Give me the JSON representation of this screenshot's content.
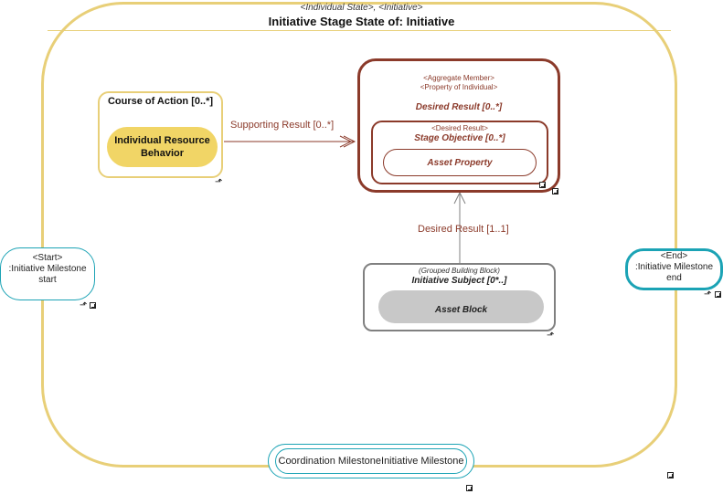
{
  "outer_state": {
    "stereotype": "<Individual State>, <Initiative>",
    "title": "Initiative Stage State of: Initiative"
  },
  "course_of_action": {
    "title": "Course of Action [0..*]",
    "inner_label": "Individual Resource Behavior"
  },
  "desired_result": {
    "stereotype_1": "<Aggregate Member>",
    "stereotype_2": "<Property of Individual>",
    "title": "Desired Result [0..*]",
    "stage_objective": {
      "stereotype": "<Desired Result>",
      "title": "Stage Objective [0..*]",
      "inner_label": "Asset Property"
    }
  },
  "grouped_building_block": {
    "stereotype": "(Grouped Building Block)",
    "title": "Initiative Subject [0*..]",
    "inner_label": "Asset Block"
  },
  "connectors": {
    "supporting_result": "Supporting Result [0..*]",
    "desired_result": "Desired Result [1..1]"
  },
  "start_node": {
    "stereotype": "<Start>",
    "line_1": ":Initiative Milestone",
    "line_2": "start"
  },
  "end_node": {
    "stereotype": "<End>",
    "line_1": ":Initiative Milestone",
    "line_2": "end"
  },
  "coordination_milestone": {
    "label": "Coordination MilestoneInitiative Milestone"
  },
  "colors": {
    "gold": "#e8cf78",
    "gold_fill": "#f1d566",
    "rust": "#8b3a2a",
    "teal": "#1ba3b5",
    "grey": "#808080"
  }
}
